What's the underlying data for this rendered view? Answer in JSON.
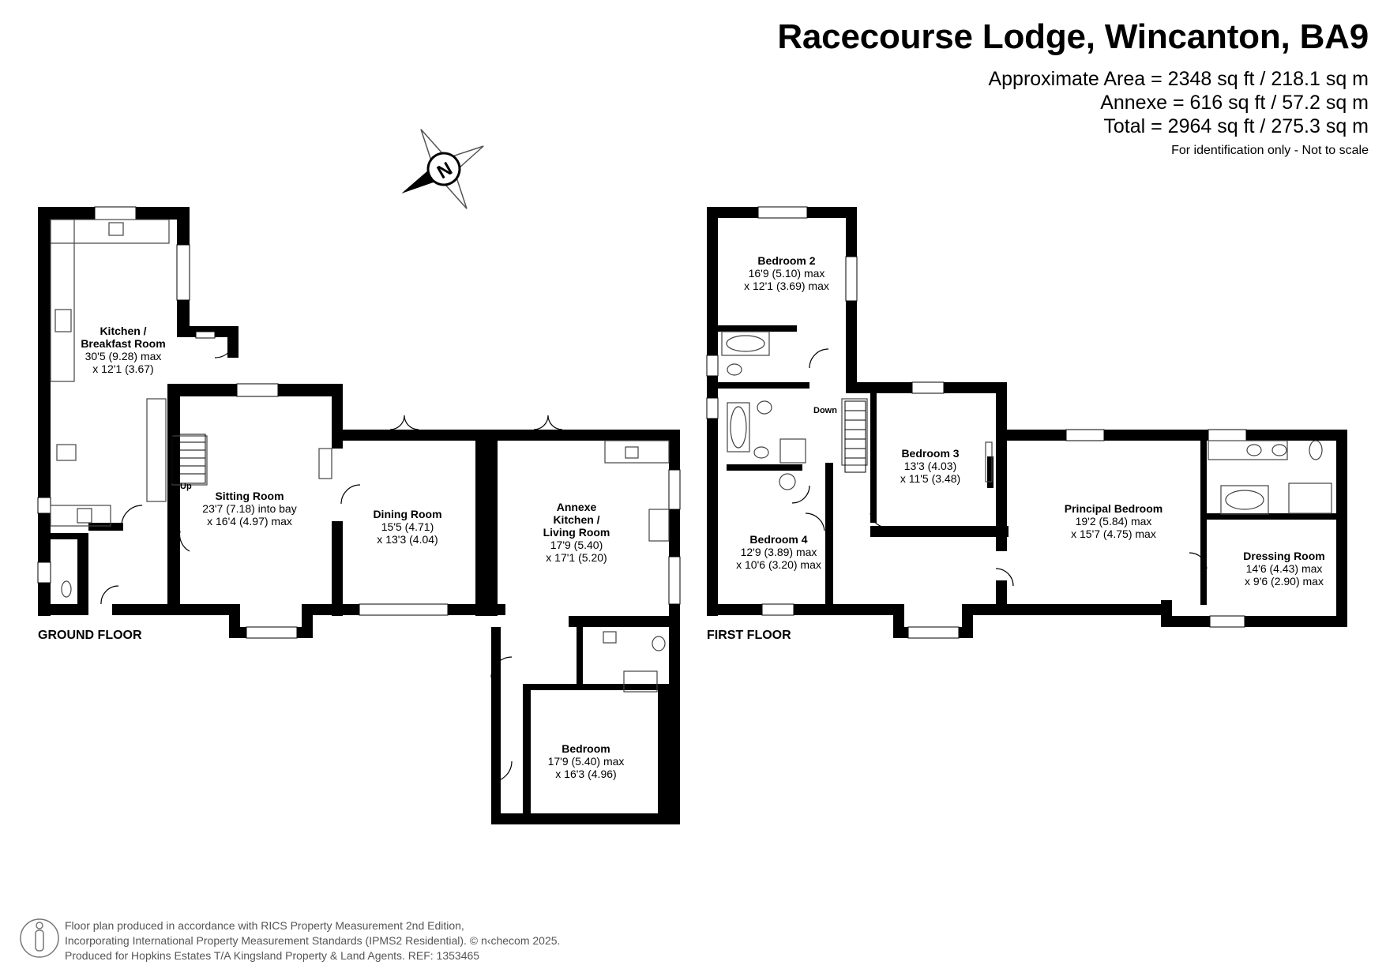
{
  "header": {
    "title": "Racecourse Lodge, Wincanton, BA9",
    "areas": [
      "Approximate Area = 2348 sq ft / 218.1 sq m",
      "Annexe = 616 sq ft / 57.2 sq m",
      "Total = 2964 sq ft / 275.3 sq m"
    ],
    "disclaimer": "For identification only - Not to scale"
  },
  "compass": {
    "label": "N",
    "icon": "compass-north-icon"
  },
  "floors": {
    "ground": "GROUND FLOOR",
    "first": "FIRST FLOOR"
  },
  "stairs": {
    "up": "Up",
    "down": "Down"
  },
  "rooms": {
    "kitchen": {
      "name1": "Kitchen /",
      "name2": "Breakfast Room",
      "dim1": "30'5 (9.28) max",
      "dim2": "x 12'1 (3.67)"
    },
    "sitting": {
      "name": "Sitting Room",
      "dim1": "23'7 (7.18) into bay",
      "dim2": "x 16'4 (4.97) max"
    },
    "dining": {
      "name": "Dining Room",
      "dim1": "15'5 (4.71)",
      "dim2": "x 13'3 (4.04)"
    },
    "annexe": {
      "name1": "Annexe",
      "name2": "Kitchen /",
      "name3": "Living Room",
      "dim1": "17'9 (5.40)",
      "dim2": "x 17'1 (5.20)"
    },
    "annexe_bedroom": {
      "name": "Bedroom",
      "dim1": "17'9 (5.40) max",
      "dim2": "x 16'3 (4.96)"
    },
    "bedroom2": {
      "name": "Bedroom 2",
      "dim1": "16'9 (5.10) max",
      "dim2": "x 12'1 (3.69) max"
    },
    "bedroom3": {
      "name": "Bedroom 3",
      "dim1": "13'3 (4.03)",
      "dim2": "x 11'5 (3.48)"
    },
    "bedroom4": {
      "name": "Bedroom 4",
      "dim1": "12'9 (3.89) max",
      "dim2": "x 10'6 (3.20) max"
    },
    "principal": {
      "name": "Principal Bedroom",
      "dim1": "19'2 (5.84) max",
      "dim2": "x 15'7 (4.75) max"
    },
    "dressing": {
      "name": "Dressing Room",
      "dim1": "14'6 (4.43) max",
      "dim2": "x 9'6 (2.90) max"
    }
  },
  "footer": {
    "icon": "person-scale-icon",
    "line1": "Floor plan produced in accordance with RICS Property Measurement 2nd Edition,",
    "line2": "Incorporating International Property Measurement Standards (IPMS2 Residential).   © n‹checom 2025.",
    "line3": "Produced for Hopkins Estates T/A Kingsland Property & Land Agents.   REF:  1353465"
  },
  "colors": {
    "wall": "#000000",
    "window": "#ffffff",
    "fixture": "#444444"
  }
}
